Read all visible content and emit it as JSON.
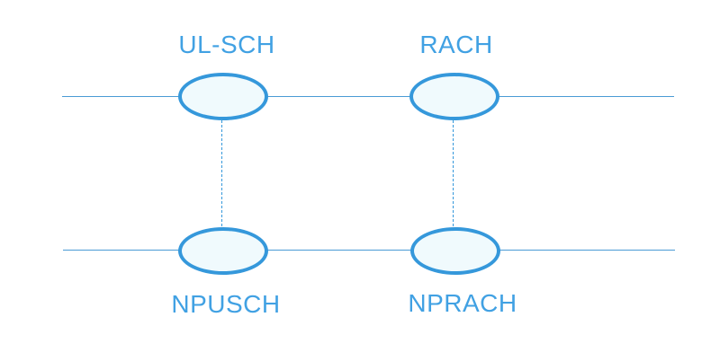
{
  "theme": {
    "background": "#ffffff",
    "node_border": "#3598db",
    "node_fill": "#f0fafd",
    "rail_line": "#4a9bd5",
    "connector": "#3598db",
    "label_text": "#41a1e3"
  },
  "diagram": {
    "nodes": [
      {
        "id": "ul-sch",
        "label": "UL-SCH",
        "row": "top",
        "label_position": "above"
      },
      {
        "id": "rach",
        "label": "RACH",
        "row": "top",
        "label_position": "above"
      },
      {
        "id": "npusch",
        "label": "NPUSCH",
        "row": "bottom",
        "label_position": "below"
      },
      {
        "id": "nprach",
        "label": "NPRACH",
        "row": "bottom",
        "label_position": "below"
      }
    ],
    "connections": [
      {
        "from": "UL-SCH",
        "to": "NPUSCH",
        "style": "dashed"
      },
      {
        "from": "RACH",
        "to": "NPRACH",
        "style": "dashed"
      }
    ]
  }
}
